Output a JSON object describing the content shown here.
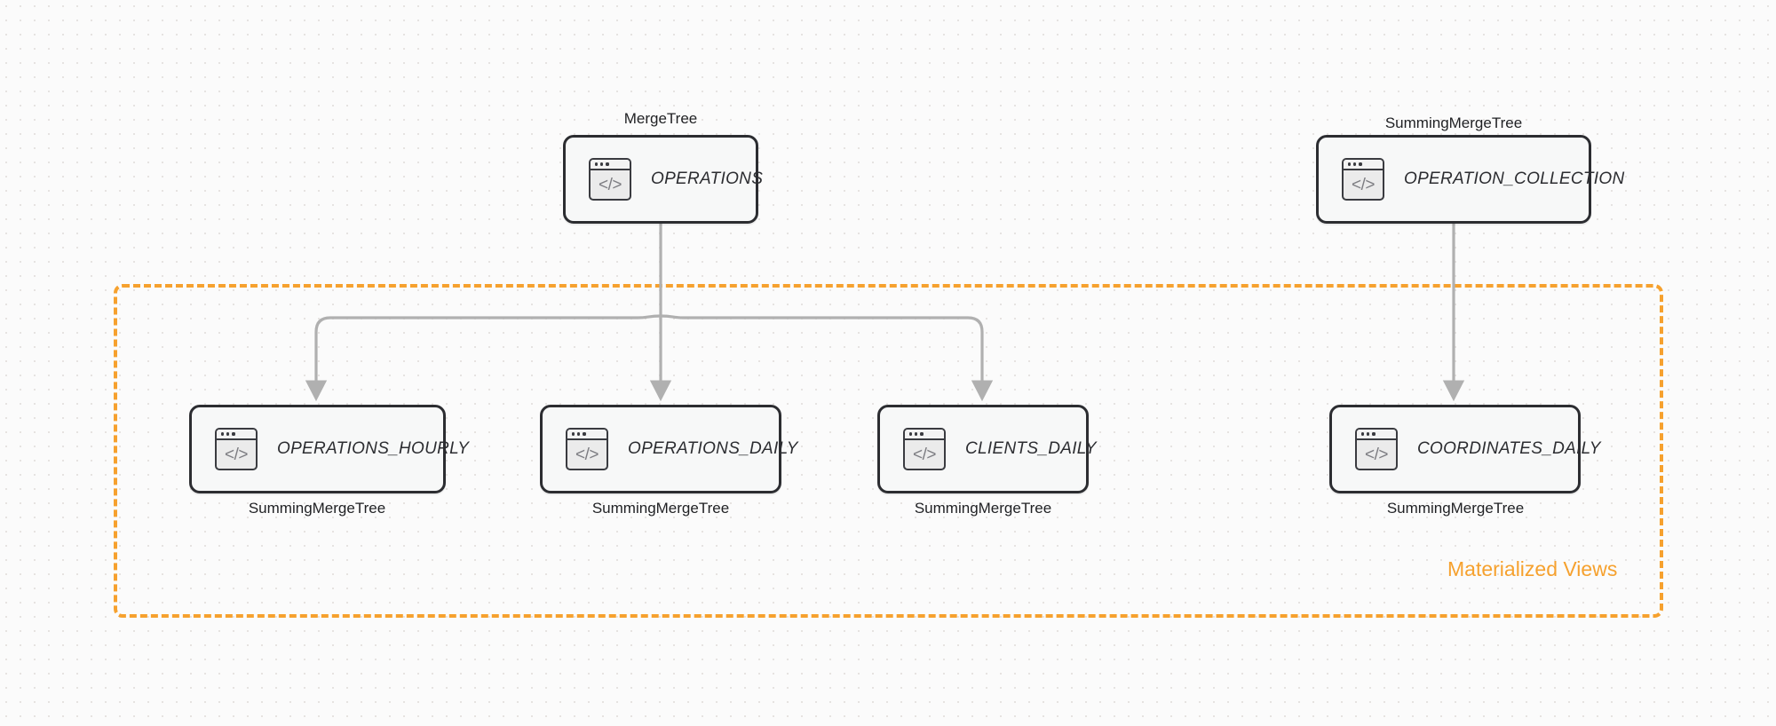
{
  "diagram": {
    "title": "ClickHouse table and materialized view lineage",
    "background_color": "#fbfbfb",
    "accent_color": "#f6a12e",
    "node_border_color": "#2c2d31",
    "edge_color": "#b0b0b0"
  },
  "group": {
    "label": "Materialized Views",
    "color": "#f6a12e",
    "style": "dashed"
  },
  "icons": {
    "code_glyph": "</>",
    "code_icon_name": "code-window-icon"
  },
  "sources": [
    {
      "id": "operations",
      "name": "OPERATIONS",
      "engine": "MergeTree",
      "engine_position": "above"
    },
    {
      "id": "operation_collection",
      "name": "OPERATION_COLLECTION",
      "engine": "SummingMergeTree",
      "engine_position": "above"
    }
  ],
  "views": [
    {
      "id": "operations_hourly",
      "name": "OPERATIONS_HOURLY",
      "engine": "SummingMergeTree",
      "engine_position": "below",
      "source": "operations"
    },
    {
      "id": "operations_daily",
      "name": "OPERATIONS_DAILY",
      "engine": "SummingMergeTree",
      "engine_position": "below",
      "source": "operations"
    },
    {
      "id": "clients_daily",
      "name": "CLIENTS_DAILY",
      "engine": "SummingMergeTree",
      "engine_position": "below",
      "source": "operations"
    },
    {
      "id": "coordinates_daily",
      "name": "COORDINATES_DAILY",
      "engine": "SummingMergeTree",
      "engine_position": "below",
      "source": "operation_collection"
    }
  ],
  "edges": [
    {
      "from": "operations",
      "to": "operations_hourly"
    },
    {
      "from": "operations",
      "to": "operations_daily"
    },
    {
      "from": "operations",
      "to": "clients_daily"
    },
    {
      "from": "operation_collection",
      "to": "coordinates_daily"
    }
  ]
}
